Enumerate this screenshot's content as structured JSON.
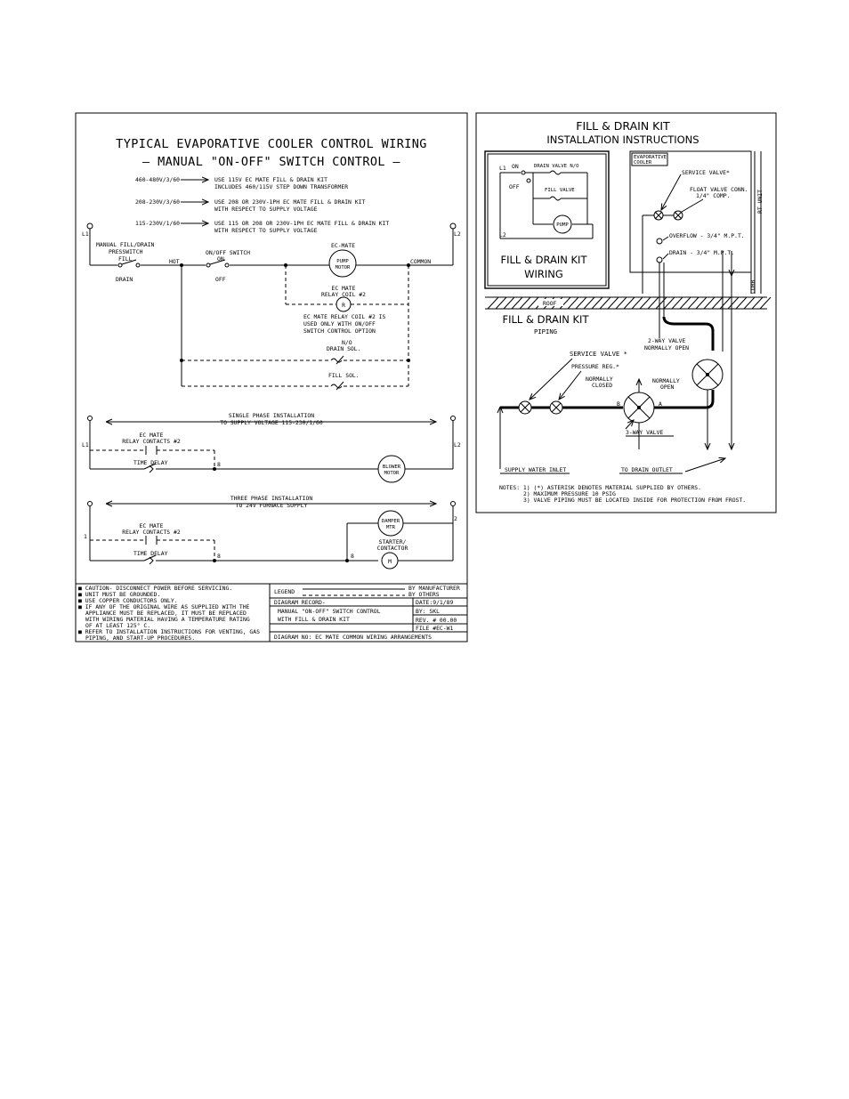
{
  "left_panel": {
    "title_line1": "TYPICAL EVAPORATIVE COOLER CONTROL WIRING",
    "title_line2": "— MANUAL \"ON-OFF\" SWITCH CONTROL —",
    "voltage_notes": [
      {
        "supply": "460-480V/3/60",
        "line1": "USE 115V EC MATE FILL & DRAIN KIT",
        "line2": "INCLUDES 460/115V STEP DOWN TRANSFORMER"
      },
      {
        "supply": "208-230V/3/60",
        "line1": "USE 208 OR 230V-1PH EC MATE FILL & DRAIN KIT",
        "line2": "WITH RESPECT TO SUPPLY VOLTAGE"
      },
      {
        "supply": "115-230V/1/60",
        "line1": "USE 115 OR 208 OR 230V-1PH EC MATE FILL & DRAIN KIT",
        "line2": "WITH RESPECT TO SUPPLY VOLTAGE"
      }
    ],
    "schematic": {
      "l1": "L1",
      "l2": "L2",
      "presswitch_line1": "MANUAL FILL/DRAIN",
      "presswitch_line2": "PRESSWITCH",
      "fill": "FILL",
      "drain": "DRAIN",
      "hot": "HOT",
      "onoff_switch": "ON/OFF SWITCH",
      "on": "ON",
      "off": "OFF",
      "ec_mate": "EC-MATE",
      "pump_line1": "PUMP",
      "pump_line2": "MOTOR",
      "common": "COMMON",
      "relay_coil_line1": "EC MATE",
      "relay_coil_line2": "RELAY COIL #2",
      "relay_letter": "R",
      "coil_note_line1": "EC MATE RELAY COIL #2 IS",
      "coil_note_line2": "USED ONLY WITH ON/OFF",
      "coil_note_line3": "SWITCH CONTROL OPTION",
      "drain_sol_line1": "N/O",
      "drain_sol_line2": "DRAIN SOL.",
      "fill_sol": "FILL SOL."
    },
    "single_phase": {
      "heading_line1": "SINGLE PHASE INSTALLATION",
      "heading_line2": "TO SUPPLY VOLTAGE 115-230/1/60",
      "l1": "L1",
      "l2": "L2",
      "relay_line1": "EC MATE",
      "relay_line2": "RELAY CONTACTS #2",
      "time_delay": "TIME DELAY",
      "terminal": "8",
      "blower_line1": "BLOWER",
      "blower_line2": "MOTOR"
    },
    "three_phase": {
      "heading_line1": "THREE PHASE INSTALLATION",
      "heading_line2": "TO 24V FURNACE SUPPLY",
      "terminal_1": "1",
      "terminal_2": "2",
      "relay_line1": "EC MATE",
      "relay_line2": "RELAY CONTACTS #2",
      "time_delay": "TIME DELAY",
      "terminal_8a": "8",
      "terminal_8b": "8",
      "damper_line1": "DAMPER",
      "damper_line2": "MTR",
      "starter_line1": "STARTER/",
      "starter_line2": "CONTACTOR",
      "m": "M"
    },
    "notes": [
      "CAUTION- DISCONNECT POWER BEFORE SERVICING.",
      "UNIT MUST BE GROUNDED.",
      "USE COPPER CONDUCTORS ONLY.",
      "IF ANY OF THE ORIGINAL WIRE AS SUPPLIED WITH THE",
      "APPLIANCE MUST BE REPLACED, IT MUST BE REPLACED",
      "WITH WIRING MATERIAL HAVING A TEMPERATURE RATING",
      "OF AT LEAST 125° C.",
      "REFER TO INSTALLATION INSTRUCTIONS FOR VENTING, GAS",
      "PIPING, AND START-UP PROCEDURES."
    ],
    "title_block": {
      "legend": "LEGEND",
      "by_manufacturer": "BY MANUFACTURER",
      "by_others": "BY OTHERS",
      "diagram_record": "DIAGRAM RECORD-",
      "date": "DATE:9/1/89",
      "description1": "MANUAL \"ON-OFF\" SWITCH CONTROL",
      "by": "BY:  SKL",
      "description2": "WITH FILL & DRAIN KIT",
      "rev": "REV. # 00.00",
      "file": "FILE #EC-W1",
      "diagram_no": "DIAGRAM NO: EC MATE COMMON WIRING ARRANGEMENTS"
    }
  },
  "right_panel": {
    "title_line1": "FILL & DRAIN KIT",
    "title_line2": "INSTALLATION INSTRUCTIONS",
    "wiring_box": {
      "l1": "L1",
      "on": "ON",
      "off": "OFF",
      "drain_valve": "DRAIN VALVE N/O",
      "fill_valve": "FILL VALVE",
      "pump": "PUMP",
      "l2": "L2",
      "caption_line1": "FILL & DRAIN KIT",
      "caption_line2": "WIRING"
    },
    "cooler_box": {
      "label_line1": "EVAPORATIVE",
      "label_line2": "COOLER",
      "service_valve": "SERVICE VALVE*",
      "float_line1": "FLOAT VALVE CONN.",
      "float_line2": "1/4\" COMP.",
      "overflow": "OVERFLOW - 3/4\" M.P.T.",
      "drain": "DRAIN - 3/4\" M.P.T.",
      "rt_unit": "RT UNIT",
      "curb": "CURB"
    },
    "roof": "ROOF",
    "piping": {
      "caption_line1": "FILL & DRAIN KIT",
      "caption_line2": "PIPING",
      "two_way_line1": "2-WAY VALVE",
      "two_way_line2": "NORMALLY OPEN",
      "service_valve": "SERVICE VALVE *",
      "pressure_reg": "PRESSURE REG.*",
      "normally_closed_line1": "NORMALLY",
      "normally_closed_line2": "CLOSED",
      "normally_open_line1": "NORMALLY",
      "normally_open_line2": "OPEN",
      "port_b": "B",
      "port_a": "A",
      "three_way": "3-WAY VALVE",
      "supply_inlet": "SUPPLY WATER INLET",
      "drain_outlet": "TO DRAIN OUTLET"
    },
    "notes": {
      "note1": "NOTES:  1) (*) ASTERISK DENOTES MATERIAL SUPPLIED BY OTHERS.",
      "note2": "2) MAXIMUM PRESSURE 10 PSIG",
      "note3": "3) VALVE PIPING MUST BE LOCATED INSIDE FOR PROTECTION FROM FROST."
    }
  }
}
